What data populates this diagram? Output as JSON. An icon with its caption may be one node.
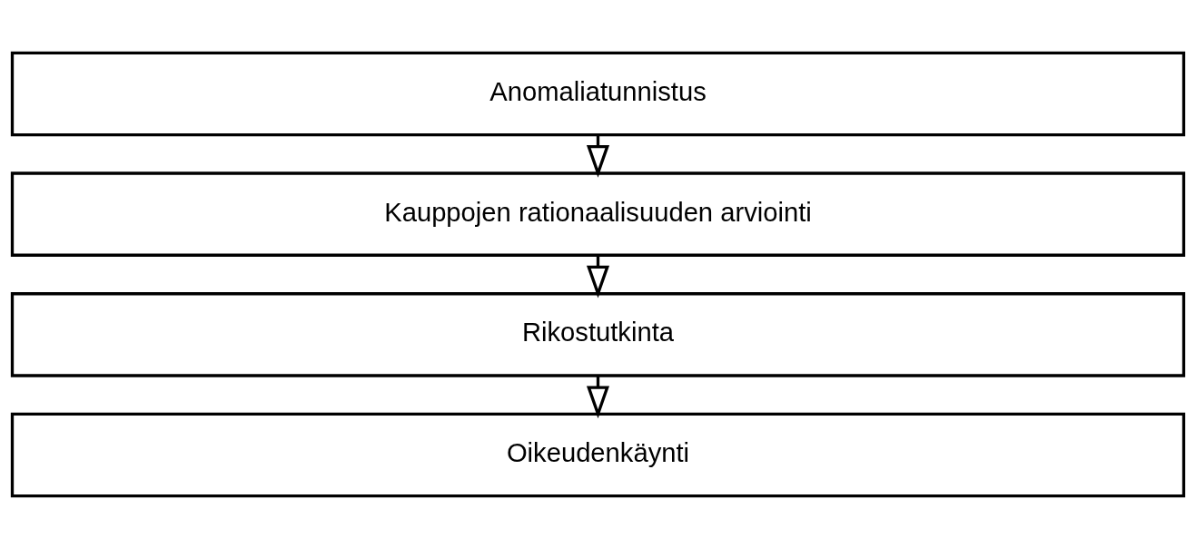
{
  "diagram": {
    "nodes": [
      {
        "text": [
          "Anomaliatunnistus"
        ]
      },
      {
        "text": [
          "Kauppojen rationaalisuuden arviointi"
        ]
      },
      {
        "text": [
          "Rikostutkinta"
        ]
      },
      {
        "text": [
          "Oikeudenkäynti"
        ]
      }
    ],
    "edges": [
      {
        "from": 0,
        "to": 1,
        "arrow": "to"
      },
      {
        "from": 1,
        "to": 2,
        "arrow": "to"
      },
      {
        "from": 2,
        "to": 3,
        "arrow": "to"
      }
    ]
  }
}
